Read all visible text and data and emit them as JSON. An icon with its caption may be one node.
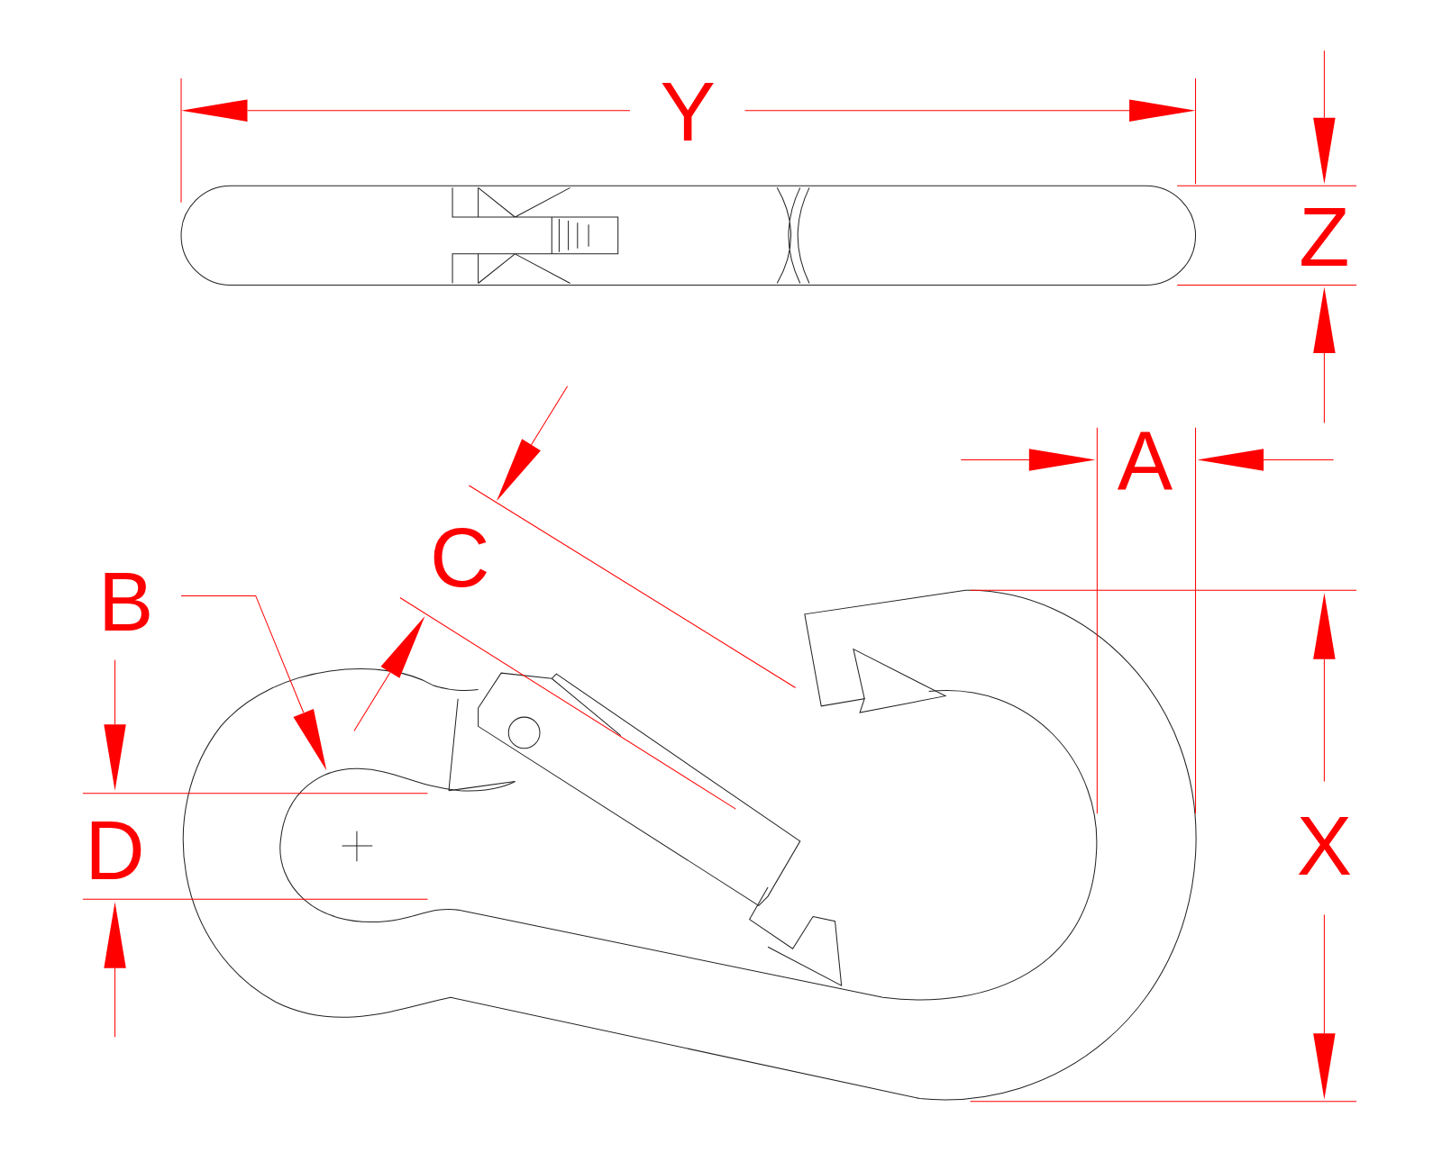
{
  "diagram": {
    "labels": [
      "Y",
      "Z",
      "A",
      "C",
      "B",
      "D",
      "X"
    ]
  }
}
